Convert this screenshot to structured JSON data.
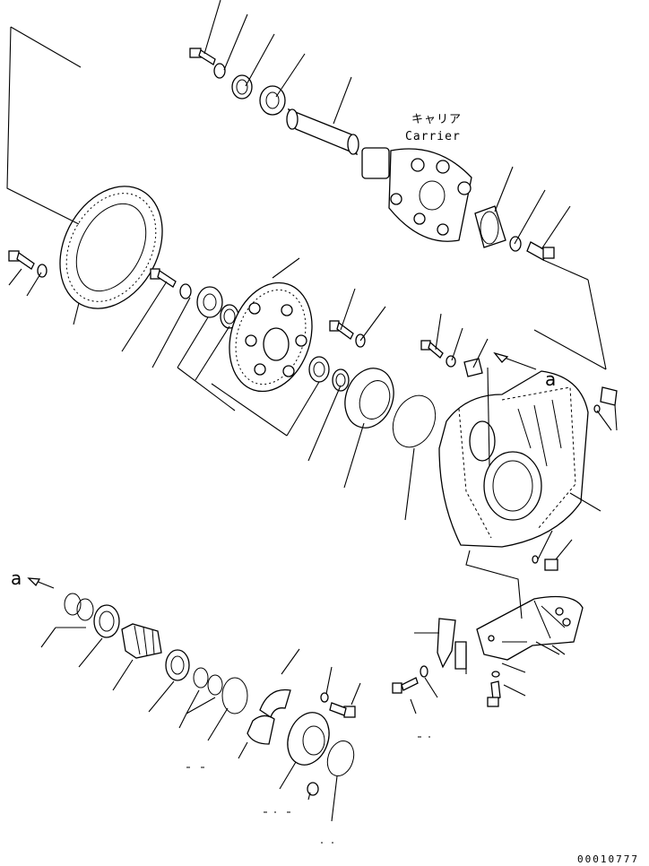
{
  "labels": {
    "carrier_jp": "キャリア",
    "carrier_en": "Carrier",
    "ref_a_top": "a",
    "ref_a_left": "a",
    "drawing_number": "00010777"
  },
  "colors": {
    "ink": "#000000",
    "paper": "#ffffff"
  }
}
